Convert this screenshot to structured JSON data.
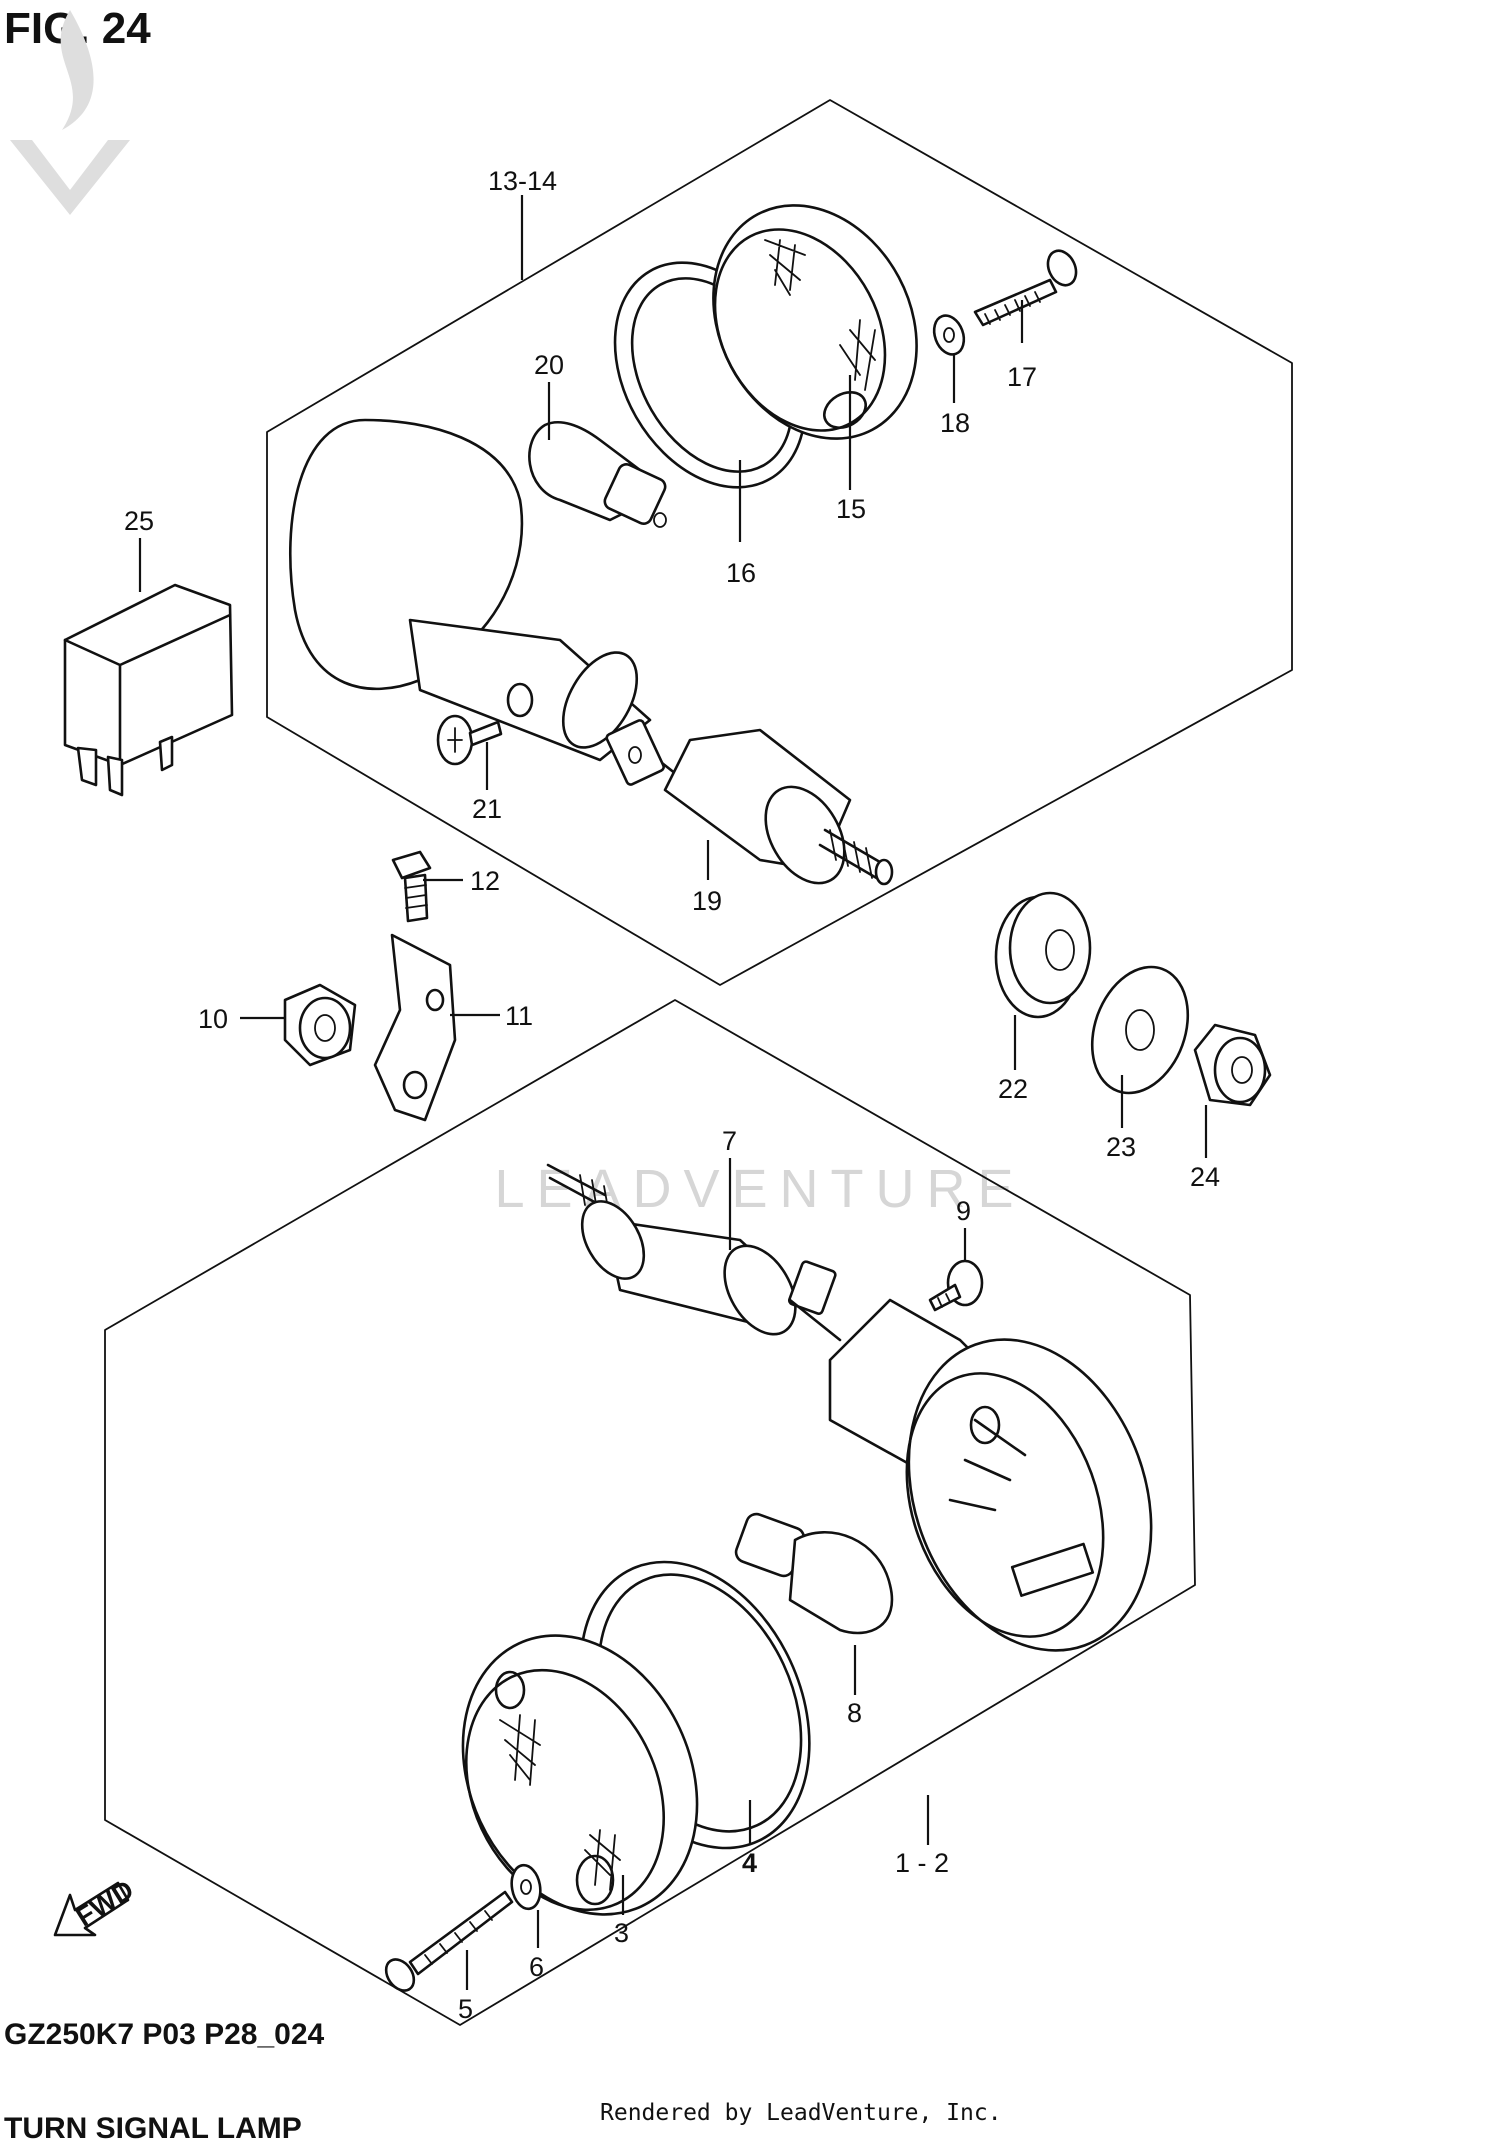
{
  "figure": {
    "title": "FIG. 24",
    "code": "GZ250K7 P03 P28_024",
    "name": "TURN SIGNAL LAMP"
  },
  "credit": "Rendered by LeadVenture, Inc.",
  "watermark": "LEADVENTURE",
  "fwd_label": "FWD",
  "callouts": {
    "c13_14": "13-14",
    "c20": "20",
    "c15": "15",
    "c16": "16",
    "c17": "17",
    "c18": "18",
    "c25": "25",
    "c21": "21",
    "c19": "19",
    "c12": "12",
    "c10": "10",
    "c11": "11",
    "c22": "22",
    "c23": "23",
    "c24": "24",
    "c7": "7",
    "c9": "9",
    "c8": "8",
    "c4": "4",
    "c1_2": "1 - 2",
    "c3": "3",
    "c6": "6",
    "c5": "5"
  },
  "colors": {
    "line": "#111111",
    "watermark": "#d6d6d6",
    "background": "#ffffff"
  }
}
